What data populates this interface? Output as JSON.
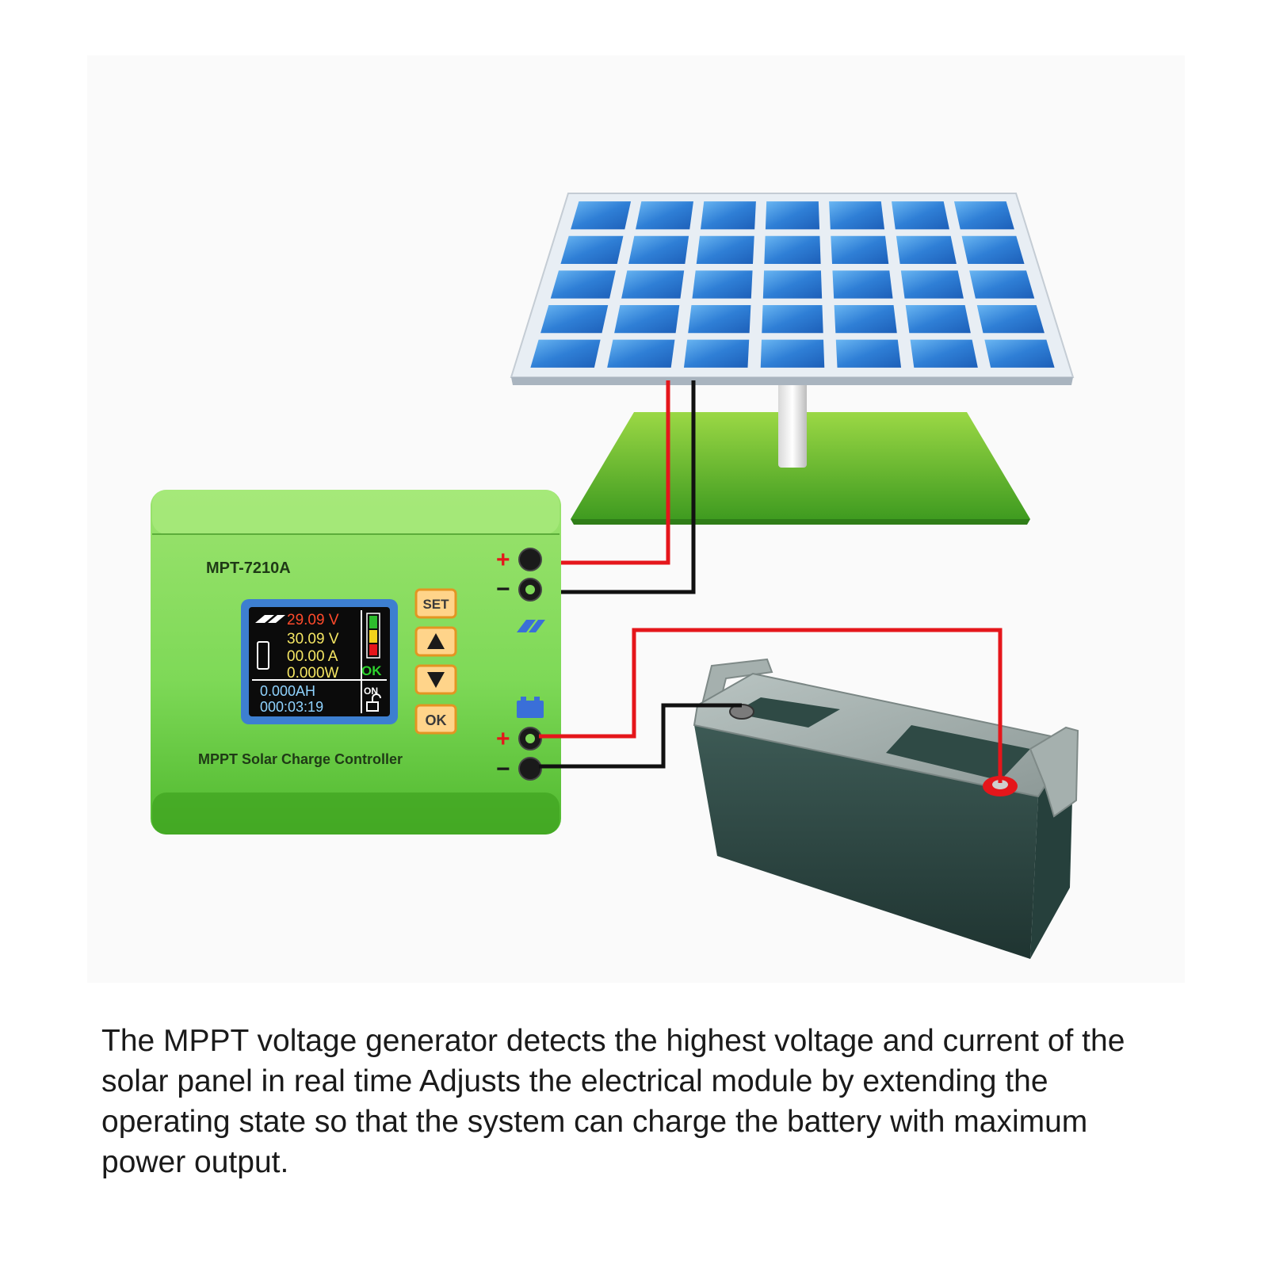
{
  "controller": {
    "model": "MPT-7210A",
    "subtitle": "MPPT Solar Charge Controller",
    "buttons": {
      "set": "SET",
      "ok": "OK"
    },
    "display": {
      "pv_voltage": "29.09 V",
      "battery_voltage": "30.09 V",
      "current": "00.00 A",
      "power": "0.000W",
      "status_ok": "OK",
      "status_on": "ON",
      "amp_hours": "0.000AH",
      "elapsed": "000:03:19"
    },
    "terminals": {
      "plus": "+",
      "minus": "−"
    }
  },
  "caption_lines": [
    "The MPPT voltage generator detects the highest voltage and current of the",
    "solar panel in real time Adjusts the electrical module by extending the",
    "operating state so that the system can charge the battery with maximum",
    "power output."
  ],
  "colors": {
    "wire_positive": "#e5161b",
    "wire_negative": "#111111",
    "controller_body": "#7ed957",
    "panel_cell": "#2f7fd6",
    "battery_case": "#2f4a45"
  }
}
